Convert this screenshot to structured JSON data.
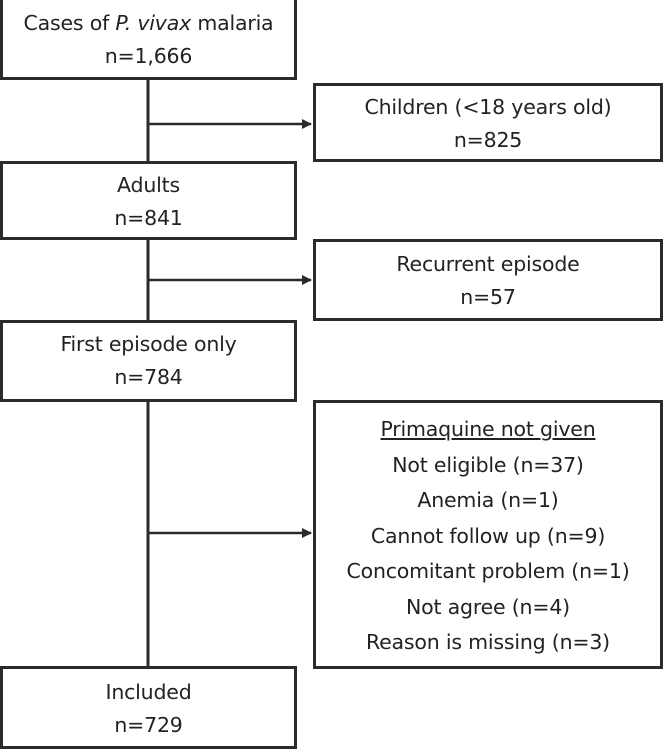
{
  "boxes": {
    "cases": {
      "title_prefix": "Cases of ",
      "title_species": "P. vivax",
      "title_suffix": " malaria",
      "count": "n=1,666"
    },
    "children": {
      "title": "Children (<18 years old)",
      "count": "n=825"
    },
    "adults": {
      "title": "Adults",
      "count": "n=841"
    },
    "recurrent": {
      "title": "Recurrent episode",
      "count": "n=57"
    },
    "first_episode": {
      "title": "First episode only",
      "count": "n=784"
    },
    "primaquine": {
      "heading": "Primaquine not given",
      "items": [
        "Not eligible (n=37)",
        "Anemia (n=1)",
        "Cannot follow up (n=9)",
        "Concomitant problem (n=1)",
        "Not agree (n=4)",
        "Reason is missing (n=3)"
      ]
    },
    "included": {
      "title": "Included",
      "count": "n=729"
    }
  },
  "colors": {
    "border": "#2b2b2b",
    "text": "#222222",
    "background": "#ffffff"
  }
}
